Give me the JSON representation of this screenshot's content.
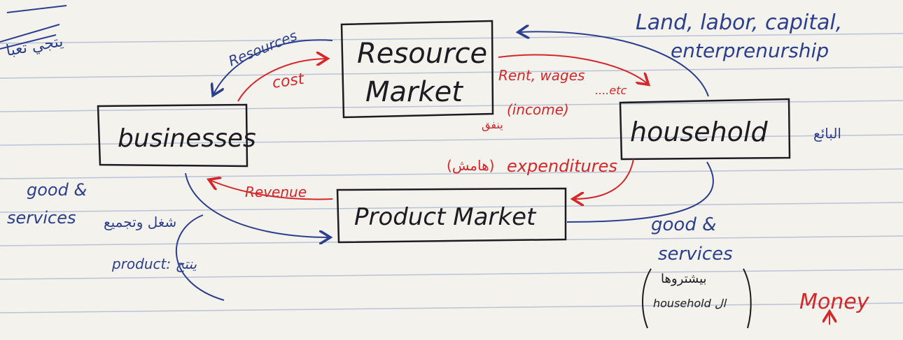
{
  "colors": {
    "paper": "#f4f2ec",
    "rule_line": "#b9c3d6",
    "black_ink": "#1c1c22",
    "blue_ink": "#2c3f8f",
    "red_ink": "#d6262a"
  },
  "boxes": {
    "resource_market_line1": "Resource",
    "resource_market_line2": "Market",
    "businesses": "businesses",
    "household": "household",
    "product_market": "Product Market"
  },
  "flow_labels": {
    "resources": "Resources",
    "cost": "cost",
    "rent_wages": "Rent, wages",
    "etc": "....etc",
    "income": "(income)",
    "income_arabic": "ينفق",
    "expenditures": "expenditures",
    "expenditures_arabic": "(هامش)",
    "revenue": "Revenue",
    "money": "Money"
  },
  "side_notes": {
    "factors_line1": "Land, labor, capital,",
    "factors_line2": "enterprenurship",
    "left_goods_line1": "good &",
    "left_goods_line2": "services",
    "left_arabic_note": "شغل وتجميع",
    "left_product_note": "product: ينتج",
    "right_goods_line1": "good &",
    "right_goods_line2": "services",
    "right_arabic_note": "بيشتروها",
    "right_household_note": "household ال",
    "top_left_arabic": "يتجي تعبا",
    "right_arabic": "البائع"
  }
}
